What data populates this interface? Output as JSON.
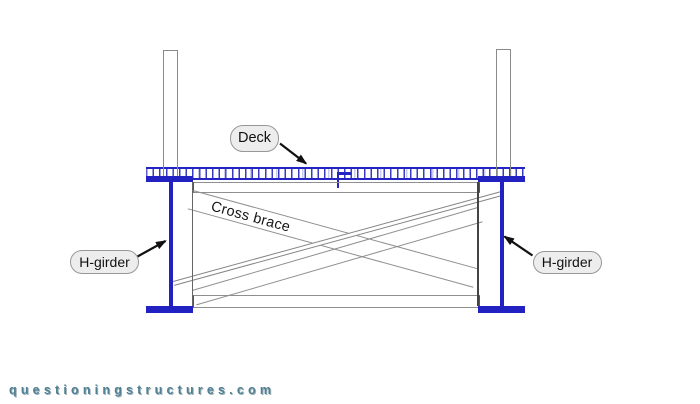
{
  "diagram": {
    "type": "bridge-cross-section-drawing",
    "labels": {
      "deck": "Deck",
      "cross_brace": "Cross brace",
      "h_girder_left": "H-girder",
      "h_girder_right": "H-girder"
    },
    "watermark": "questioningstructures.com",
    "colors": {
      "steel_blue": "#2222c2",
      "hatch_blue": "#3a3ac0",
      "outline_gray": "#8f8f8f",
      "plate_gray": "#555555",
      "label_fill": "#ededed",
      "label_border": "#979797",
      "arrow_black": "#111111",
      "watermark_teal": "#4e7f93",
      "background": "#ffffff"
    }
  }
}
